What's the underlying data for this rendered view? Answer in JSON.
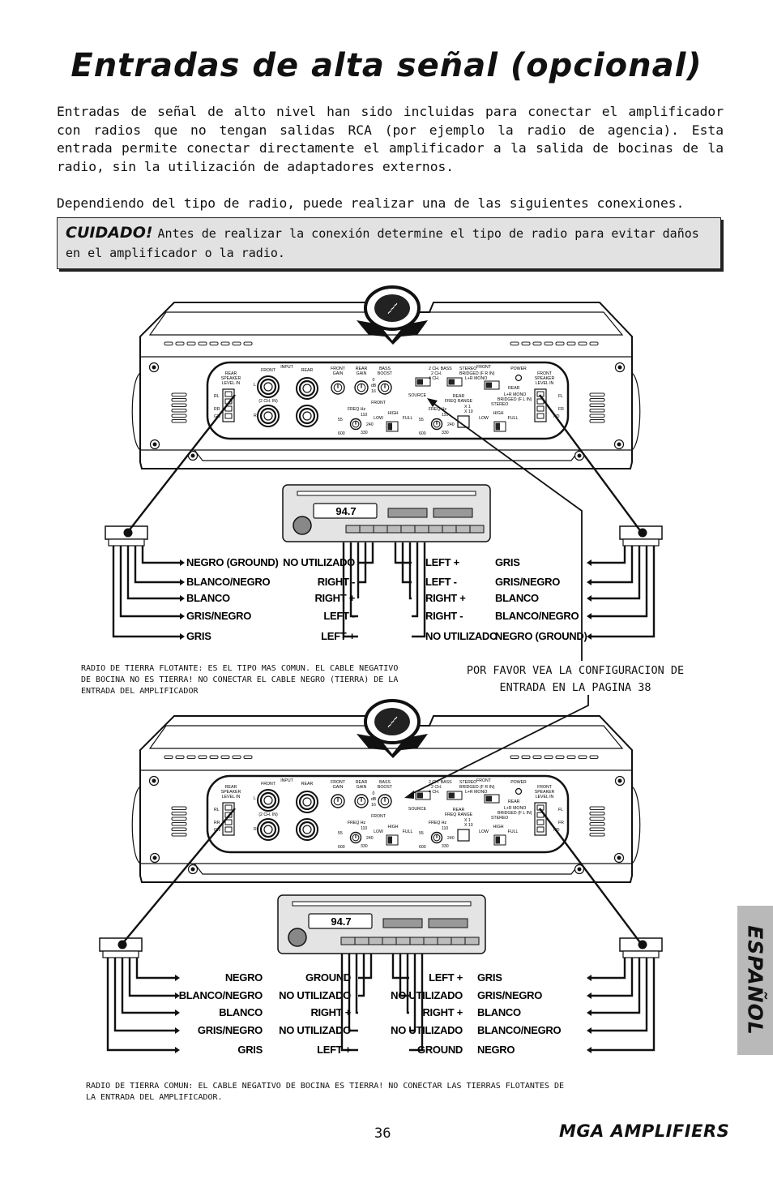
{
  "title": "Entradas de alta señal (opcional)",
  "intro": "Entradas de señal de alto nivel han sido incluidas para conectar el amplificador con radios que no tengan salidas RCA (por ejemplo la radio de agencia). Esta entrada permite conectar directamente el amplificador a la salida de bocinas de la radio, sin la utilización de adaptadores externos.",
  "connections_intro": "Dependiendo del tipo de radio, puede realizar una de las siguientes conexiones.",
  "caution": {
    "label": "CUIDADO!",
    "text": "Antes de realizar la conexión determine el tipo de radio para evitar daños en el amplificador o la radio."
  },
  "radio_display": "94.7",
  "amp_panel": {
    "rear_speaker_level_in": "REAR SPEAKER LEVEL IN",
    "front_speaker_level_in": "FRONT SPEAKER LEVEL IN",
    "input": "INPUT",
    "front": "FRONT",
    "rear": "REAR",
    "two_ch_in": "(2 CH. IN)",
    "front_gain": "FRONT GAIN",
    "rear_gain": "REAR GAIN",
    "bass_boost": "BASS BOOST",
    "source_switch": "2 CH. BASS / 2 CH. / 4 CH.",
    "source": "SOURCE",
    "stereo_bridged": "STEREO / BRIDGED (F R IN) / L+R MONO",
    "rear_freq_range": "REAR FREQ RANGE",
    "x1": "X 1",
    "x10": "X 10",
    "rear_mono": "REAR / L+R MONO / BRIDGED (F L IN) / STEREO",
    "power": "POWER",
    "freq_hz": "FREQ Hz",
    "high": "HIGH",
    "low": "LOW",
    "full": "FULL",
    "freqs": [
      "55",
      "110",
      "240",
      "330",
      "600"
    ],
    "rl": "RL",
    "rr": "RR",
    "gnd": "GND",
    "fl": "FL",
    "fr": "FR",
    "db": "dB",
    "zero": "0",
    "sixteen": "16",
    "l": "L",
    "r": "R"
  },
  "diagram1": {
    "left_wires": [
      "NEGRO (GROUND)",
      "BLANCO/NEGRO",
      "BLANCO",
      "GRIS/NEGRO",
      "GRIS"
    ],
    "radio_left": [
      "NO UTILIZADO",
      "RIGHT -",
      "RIGHT +",
      "LEFT -",
      "LEFT +"
    ],
    "radio_right": [
      "LEFT +",
      "LEFT -",
      "RIGHT +",
      "RIGHT -",
      "NO UTILIZADO"
    ],
    "right_wires": [
      "GRIS",
      "GRIS/NEGRO",
      "BLANCO",
      "BLANCO/NEGRO",
      "NEGRO (GROUND)"
    ],
    "note": "Radio de tierra flotante: es el tipo mas comun. el cable negativo de bocina no es tierra! no conectar el cable negro (tierra) de la entrada del amplificador"
  },
  "reference": "POR FAVOR VEA LA CONFIGURACION DE ENTRADA EN LA PAGINA 38",
  "diagram2": {
    "left_wires": [
      "NEGRO",
      "BLANCO/NEGRO",
      "BLANCO",
      "GRIS/NEGRO",
      "GRIS"
    ],
    "radio_left": [
      "GROUND",
      "NO UTILIZADO",
      "RIGHT +",
      "NO UTILIZADO",
      "LEFT +"
    ],
    "radio_right": [
      "LEFT +",
      "NO UTILIZADO",
      "RIGHT +",
      "NO UTILIZADO",
      "GROUND"
    ],
    "right_wires": [
      "GRIS",
      "GRIS/NEGRO",
      "BLANCO",
      "BLANCO/NEGRO",
      "NEGRO"
    ],
    "note": "Radio de tierra comun: el cable negativo de bocina es tierra! no conectar las tierras flotantes de la entrada del amplificador."
  },
  "side_tab": "ESPAÑOL",
  "page_number": "36",
  "footer_brand": "MGA AMPLIFIERS"
}
